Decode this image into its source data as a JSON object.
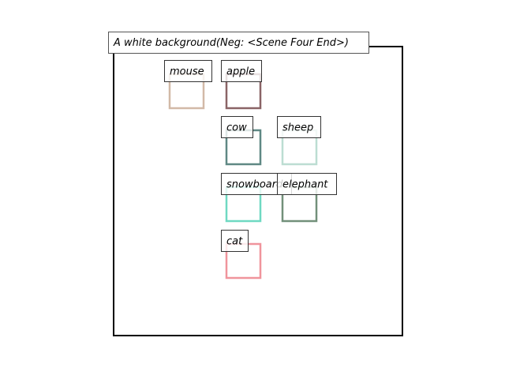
{
  "scene": {
    "caption": "A white background(Neg: <Scene Four End>)",
    "objects": [
      {
        "label": "mouse",
        "color": "#d2b9a7"
      },
      {
        "label": "apple",
        "color": "#8a6466"
      },
      {
        "label": "cow",
        "color": "#5f8884"
      },
      {
        "label": "sheep",
        "color": "#bcddd2"
      },
      {
        "label": "snowboard",
        "color": "#6fd9c2"
      },
      {
        "label": "elephant",
        "color": "#72907a"
      },
      {
        "label": "cat",
        "color": "#f0949c"
      }
    ]
  }
}
